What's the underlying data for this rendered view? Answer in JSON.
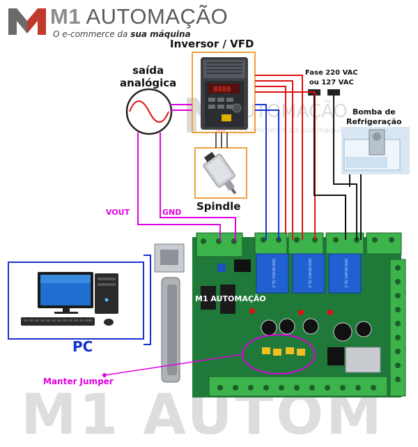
{
  "brand": {
    "name_prefix": "M1",
    "name_suffix": "AUTOMAÇÃO",
    "tagline_start": "O e-commerce da ",
    "tagline_bold": "sua máquina",
    "logo_icon": "m1-logo-icon",
    "accent": "#c0392b"
  },
  "labels": {
    "vfd": "Inversor / VFD",
    "analog_line1": "saída",
    "analog_line2": "analógica",
    "mains_line1": "Fase 220 VAC",
    "mains_line2": "ou 127 VAC",
    "pump_line1": "Bomba de",
    "pump_line2": "Refrigeração",
    "spindle": "Spindle",
    "vout": "VOUT",
    "gnd": "GND",
    "pc": "PC",
    "jumper": "Manter Jumper"
  },
  "watermark": {
    "inline_text": "AUTOMAÇÃO",
    "inline_tagline": "O e-commerce da sua máquina",
    "bottom_text": "M1 AUTOM"
  },
  "board": {
    "logo_text": "M1 AUTOMAÇÃO",
    "relay_text": "SRD-05VDC-SL-C"
  },
  "colors": {
    "magenta": "#e000e0",
    "blue": "#1a2fd0",
    "red": "#e01010",
    "orange": "#f0a040",
    "pcb": "#1f7a3a",
    "terminal": "#3cb44b",
    "relay": "#2060d0"
  }
}
